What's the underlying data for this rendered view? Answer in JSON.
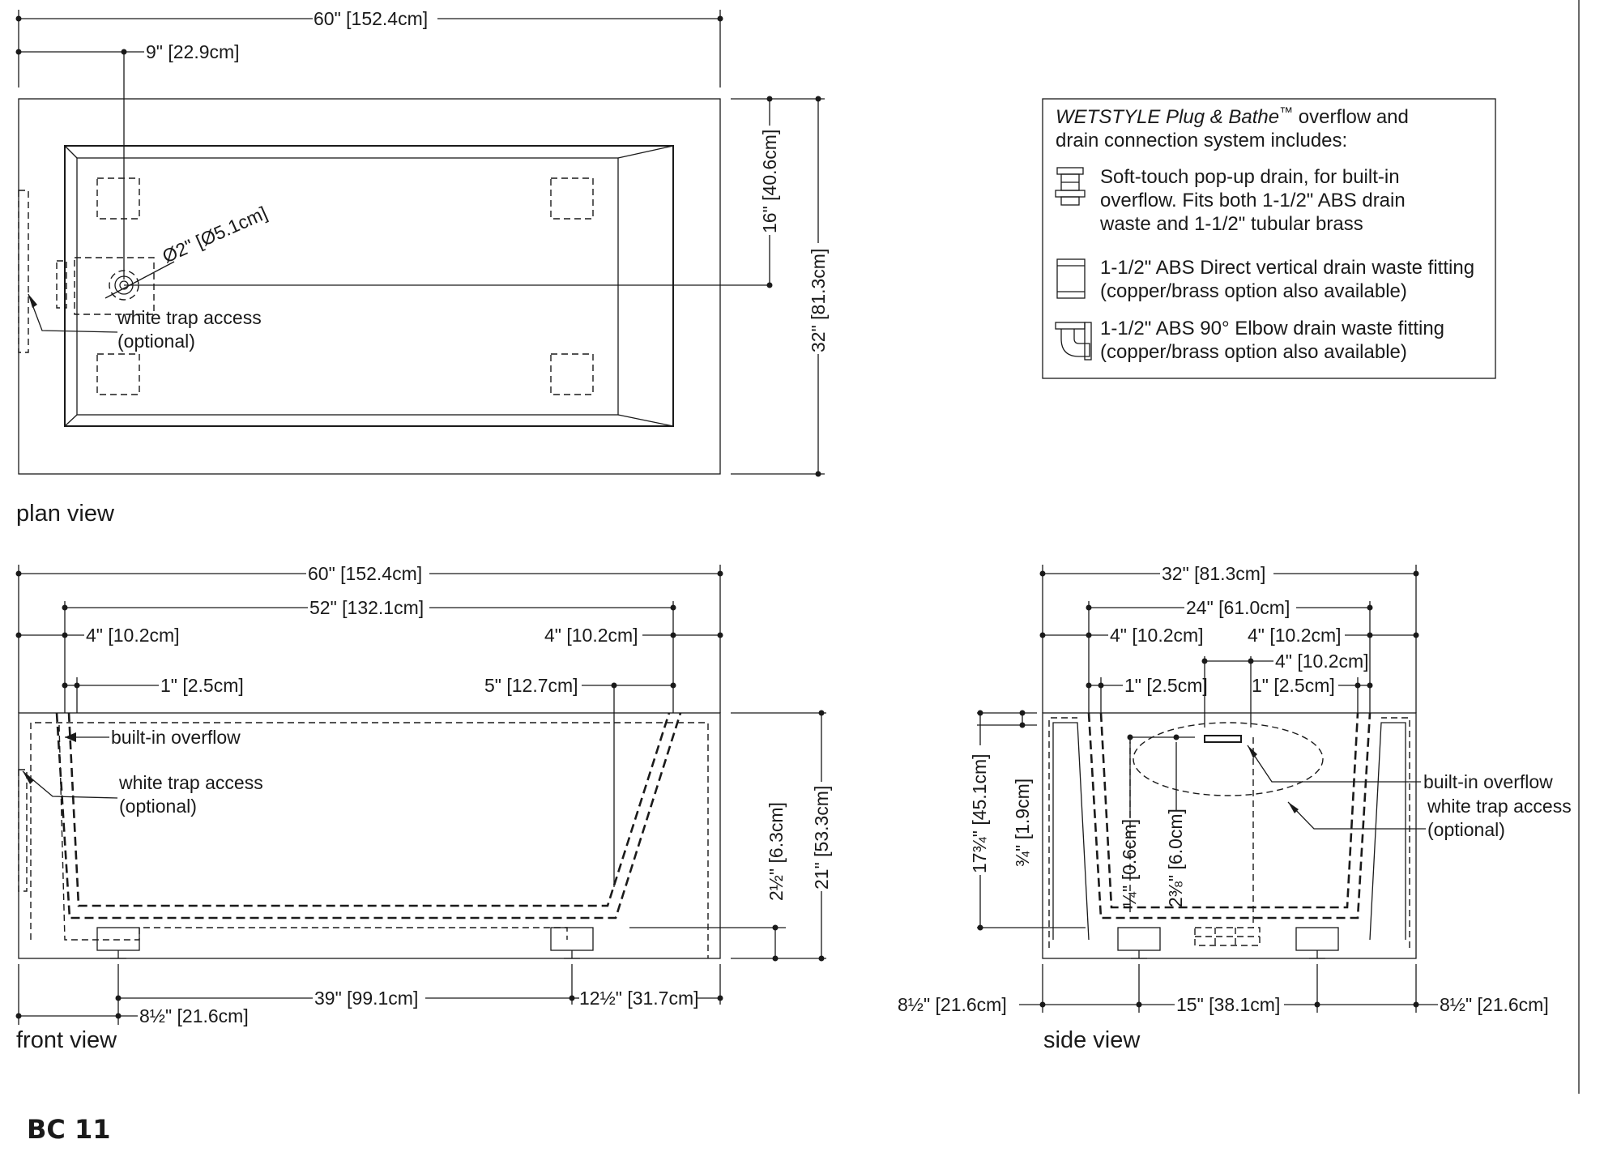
{
  "views": {
    "plan": "plan view",
    "front": "front view",
    "side": "side view"
  },
  "code": "BC 11",
  "plan": {
    "overall_length": "60\" [152.4cm]",
    "drain_offset": "9\" [22.9cm]",
    "half_width": "16\" [40.6cm]",
    "overall_width": "32\" [81.3cm]",
    "drain_dia": "Ø2\" [Ø5.1cm]",
    "trap_line1": "white trap access",
    "trap_line2": "(optional)"
  },
  "front": {
    "overall_length": "60\" [152.4cm]",
    "inner_length": "52\" [132.1cm]",
    "wall_left": "4\" [10.2cm]",
    "wall_right": "4\" [10.2cm]",
    "inset_left": "1\" [2.5cm]",
    "inset_right": "5\" [12.7cm]",
    "overflow": "built-in overflow",
    "trap_line1": "white trap access",
    "trap_line2": "(optional)",
    "bottom_thk": "2½\" [6.3cm]",
    "overall_height": "21\" [53.3cm]",
    "foot_span": "39\" [99.1cm]",
    "foot_right": "12½\" [31.7cm]",
    "foot_left": "8½\" [21.6cm]"
  },
  "side": {
    "overall_width": "32\" [81.3cm]",
    "inner_width": "24\" [61.0cm]",
    "wall_left": "4\" [10.2cm]",
    "wall_right": "4\" [10.2cm]",
    "drain_width": "4\" [10.2cm]",
    "inset_left": "1\" [2.5cm]",
    "inset_right": "1\" [2.5cm]",
    "depth": "17¾\" [45.1cm]",
    "overflow_drop": "¾\" [1.9cm]",
    "quarter": "¼\" [0.6cm]",
    "drain_height": "2⅜\" [6.0cm]",
    "overflow": "built-in overflow",
    "trap_line1": "white trap access",
    "trap_line2": "(optional)",
    "foot_left": "8½\" [21.6cm]",
    "foot_span": "15\" [38.1cm]",
    "foot_right": "8½\" [21.6cm]"
  },
  "legend": {
    "title_italic": "WETSTYLE Plug & Bathe",
    "title_tm": "™",
    "title_rest": " overflow  and",
    "title_line2": "drain connection system includes:",
    "items": [
      {
        "icon": "popup-drain-icon",
        "lines": [
          "Soft-touch pop-up drain, for built-in",
          "overflow. Fits both 1-1/2\" ABS drain",
          "waste and 1-1/2\" tubular brass"
        ]
      },
      {
        "icon": "vertical-fitting-icon",
        "lines": [
          "1-1/2\" ABS Direct vertical drain waste fitting",
          "(copper/brass option also available)"
        ]
      },
      {
        "icon": "elbow-fitting-icon",
        "lines": [
          "1-1/2\" ABS 90° Elbow drain waste fitting",
          "(copper/brass option also available)"
        ]
      }
    ]
  }
}
